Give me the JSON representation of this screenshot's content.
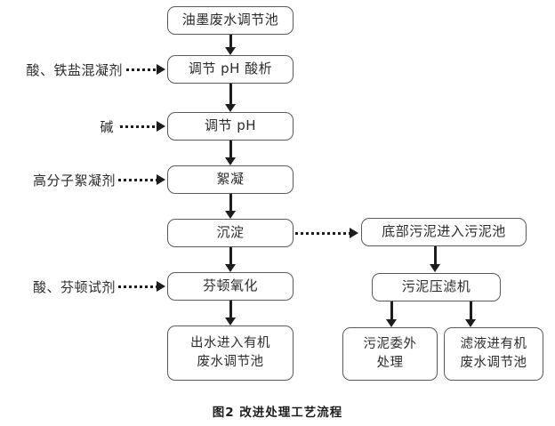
{
  "figure": {
    "caption": "图2  改进处理工艺流程",
    "background_color": "#ffffff",
    "line_color": "#1d1d1d",
    "box_border_color": "#5a5a5a",
    "text_color": "#2b2b2b"
  },
  "main_flow": [
    {
      "id": "equalization",
      "label": "油墨废水调节池"
    },
    {
      "id": "ph-acid",
      "label": "调节 pH 酸析"
    },
    {
      "id": "ph-adjust",
      "label": "调节 pH"
    },
    {
      "id": "flocculation",
      "label": "絮凝"
    },
    {
      "id": "sedimentation",
      "label": "沉淀"
    },
    {
      "id": "fenton",
      "label": "芬顿氧化"
    },
    {
      "id": "effluent",
      "label": "出水进入有机\n废水调节池"
    }
  ],
  "reagents": [
    {
      "id": "acid-iron-coagulant",
      "label": "酸、铁盐混凝剂",
      "target": "调节 pH 酸析"
    },
    {
      "id": "alkali",
      "label": "碱",
      "target": "调节 pH"
    },
    {
      "id": "polymer-flocculant",
      "label": "高分子絮凝剂",
      "target": "絮凝"
    },
    {
      "id": "acid-fenton-reagent",
      "label": "酸、芬顿试剂",
      "target": "芬顿氧化"
    }
  ],
  "sludge_branch": [
    {
      "id": "sludge-pit",
      "label": "底部污泥进入污泥池"
    },
    {
      "id": "filter-press",
      "label": "污泥压滤机"
    },
    {
      "id": "sludge-outsourced",
      "label": "污泥委外\n处理"
    },
    {
      "id": "filtrate-return",
      "label": "滤液进有机\n废水调节池"
    }
  ],
  "connectors": {
    "solid_down_label": "solid-arrow-down",
    "dotted_right_label": "dotted-arrow-right"
  }
}
